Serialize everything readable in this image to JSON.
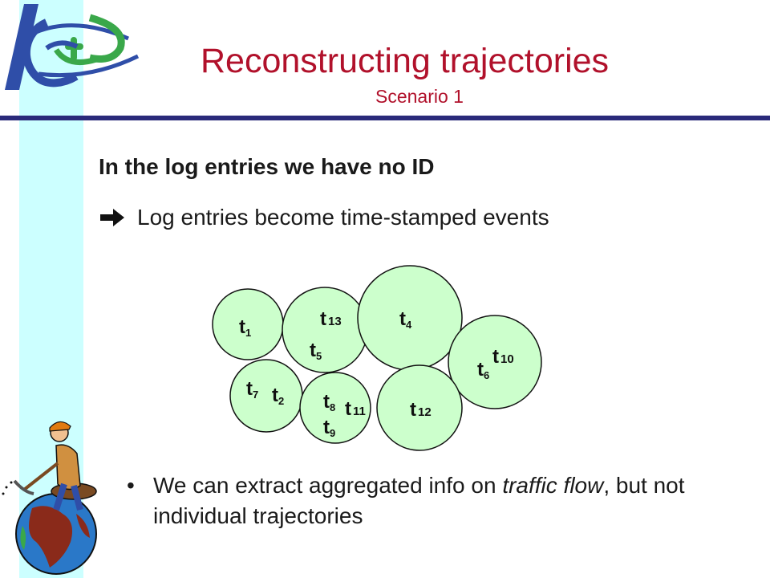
{
  "slide": {
    "title": "Reconstructing trajectories",
    "subtitle": "Scenario 1",
    "heading": "In the log entries we have no ID",
    "arrow_text": "Log entries become time-stamped events",
    "bullet_marker": "•",
    "bullet_parts": [
      "We can extract aggregated info on ",
      "traffic flow",
      ", but not individual trajectories"
    ]
  },
  "colors": {
    "title": "#b1112b",
    "strip": "#ccffff",
    "rule": "#2a2a7a",
    "circle_fill": "#ccffcc",
    "text": "#1a1a1a"
  },
  "events": [
    {
      "circle": "c1",
      "labels": [
        {
          "t": "t",
          "n": "1"
        }
      ]
    },
    {
      "circle": "c2",
      "labels": [
        {
          "t": "t",
          "n": "13"
        },
        {
          "t": "t",
          "n": "5"
        }
      ]
    },
    {
      "circle": "c3",
      "labels": [
        {
          "t": "t",
          "n": "4"
        }
      ]
    },
    {
      "circle": "c4",
      "labels": [
        {
          "t": "t",
          "n": "10"
        },
        {
          "t": "t",
          "n": "6"
        }
      ]
    },
    {
      "circle": "c5",
      "labels": [
        {
          "t": "t",
          "n": "7"
        },
        {
          "t": "t",
          "n": "2"
        }
      ]
    },
    {
      "circle": "c6",
      "labels": [
        {
          "t": "t",
          "n": "8"
        },
        {
          "t": "t",
          "n": "11"
        },
        {
          "t": "t",
          "n": "9"
        }
      ]
    },
    {
      "circle": "c7",
      "labels": [
        {
          "t": "t",
          "n": "12"
        }
      ]
    }
  ],
  "icons": {
    "logo": "kdd-logo",
    "arrow": "right-arrow-icon",
    "illustration": "miner-on-globe"
  }
}
